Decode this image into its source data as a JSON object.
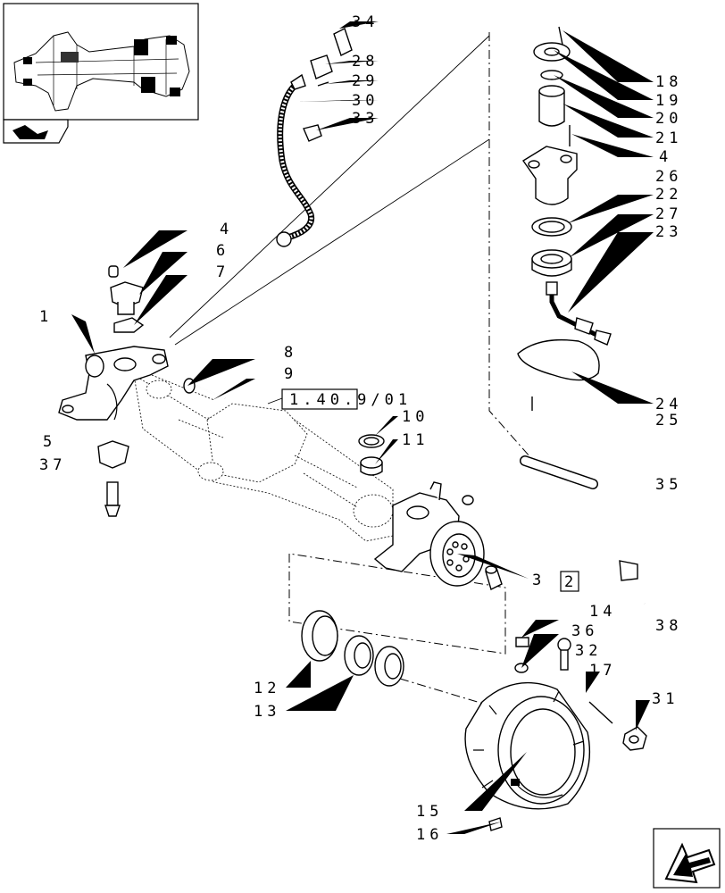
{
  "diagram": {
    "reference": "1.40.9/01",
    "reference_page": "2",
    "labels": [
      {
        "id": "l1",
        "text": "1"
      },
      {
        "id": "l3",
        "text": "3"
      },
      {
        "id": "l4a",
        "text": "4"
      },
      {
        "id": "l4b",
        "text": "4"
      },
      {
        "id": "l5",
        "text": "5"
      },
      {
        "id": "l6",
        "text": "6"
      },
      {
        "id": "l7",
        "text": "7"
      },
      {
        "id": "l8",
        "text": "8"
      },
      {
        "id": "l9",
        "text": "9"
      },
      {
        "id": "l10",
        "text": "10"
      },
      {
        "id": "l11",
        "text": "11"
      },
      {
        "id": "l12",
        "text": "12"
      },
      {
        "id": "l13",
        "text": "13"
      },
      {
        "id": "l14",
        "text": "14"
      },
      {
        "id": "l15",
        "text": "15"
      },
      {
        "id": "l16",
        "text": "16"
      },
      {
        "id": "l17",
        "text": "17"
      },
      {
        "id": "l18",
        "text": "18"
      },
      {
        "id": "l19",
        "text": "19"
      },
      {
        "id": "l20",
        "text": "20"
      },
      {
        "id": "l21",
        "text": "21"
      },
      {
        "id": "l22",
        "text": "22"
      },
      {
        "id": "l23",
        "text": "23"
      },
      {
        "id": "l24",
        "text": "24"
      },
      {
        "id": "l25",
        "text": "25"
      },
      {
        "id": "l26",
        "text": "26"
      },
      {
        "id": "l27",
        "text": "27"
      },
      {
        "id": "l28",
        "text": "28"
      },
      {
        "id": "l29",
        "text": "29"
      },
      {
        "id": "l30",
        "text": "30"
      },
      {
        "id": "l31",
        "text": "31"
      },
      {
        "id": "l32",
        "text": "32"
      },
      {
        "id": "l33",
        "text": "33"
      },
      {
        "id": "l34",
        "text": "34"
      },
      {
        "id": "l35",
        "text": "35"
      },
      {
        "id": "l36",
        "text": "36"
      },
      {
        "id": "l37",
        "text": "37"
      },
      {
        "id": "l38",
        "text": "38"
      }
    ]
  }
}
